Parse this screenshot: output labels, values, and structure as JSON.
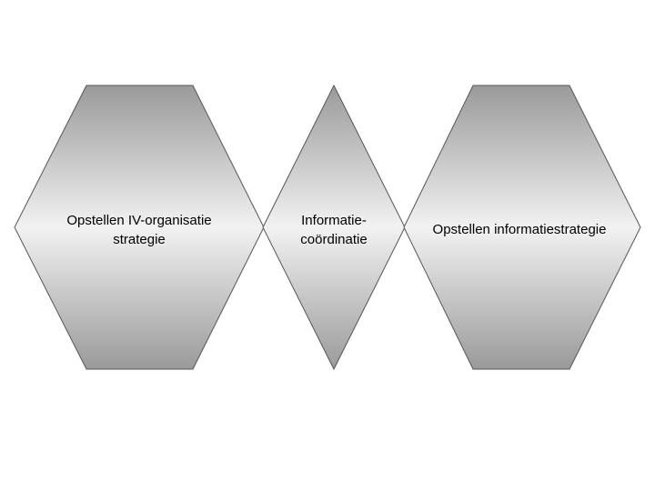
{
  "diagram": {
    "shapes": [
      {
        "id": "hex-left",
        "lines": [
          "Opstellen IV-organisatie",
          "strategie"
        ]
      },
      {
        "id": "diamond-middle",
        "lines": [
          "Informatie-",
          "coördinatie"
        ]
      },
      {
        "id": "hex-right",
        "lines": [
          "Opstellen informatiestrategie"
        ]
      }
    ]
  }
}
